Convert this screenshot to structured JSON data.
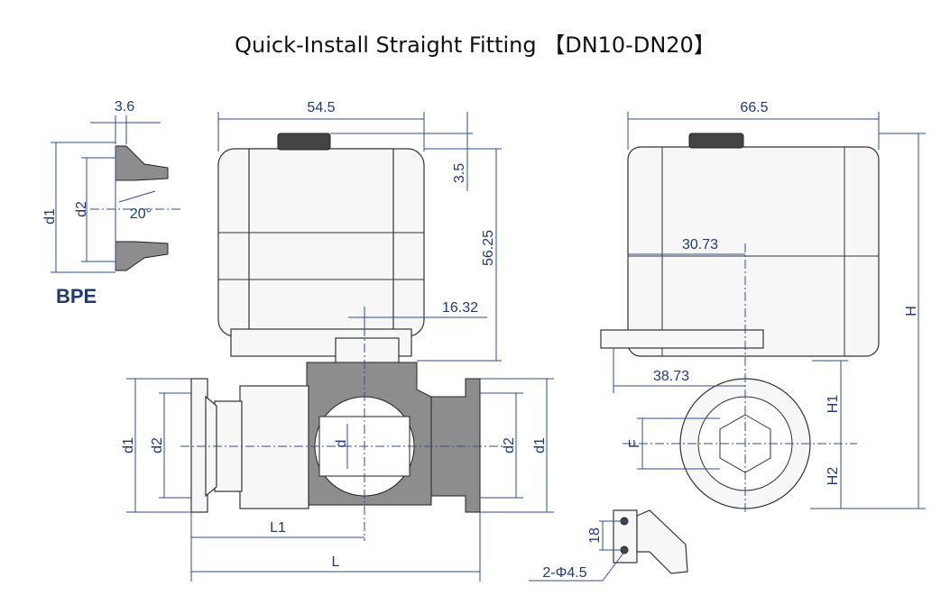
{
  "title": "Quick-Install Straight Fitting 【DN10-DN20】",
  "bpe_label": "BPE",
  "dimensions": {
    "bpe_wall": "3.6",
    "bpe_d1": "d1",
    "bpe_d2": "d2",
    "bpe_angle": "20°",
    "front_width": "54.5",
    "front_top_offset": "3.5",
    "front_height": "56.25",
    "front_stem": "16.32",
    "front_d1_left": "d1",
    "front_d2_left": "d2",
    "front_d_inner": "d",
    "front_d2_right": "d2",
    "front_d1_right": "d1",
    "front_L1": "L1",
    "front_L": "L",
    "side_width": "66.5",
    "side_offset1": "30.73",
    "side_offset2": "38.73",
    "side_H": "H",
    "side_H1": "H1",
    "side_H2": "H2",
    "side_F": "F",
    "bracket_spacing": "18",
    "bracket_holes": "2-Φ4.5"
  }
}
